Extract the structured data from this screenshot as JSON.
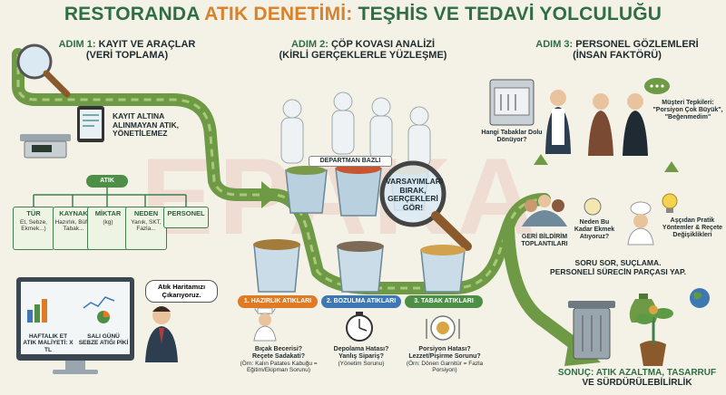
{
  "title": {
    "part1": "RESTORANDA",
    "part2": "ATIK DENETİMİ:",
    "part3": "TEŞHİS VE TEDAVİ YOLCULUĞU"
  },
  "watermark": "EPAKA",
  "step1": {
    "num": "ADIM 1:",
    "title_a": "KAYIT VE ARAÇLAR",
    "title_b": "(VERİ TOPLAMA)",
    "note": "KAYIT ALTINA ALINMAYAN ATIK, YÖNETİLEMEZ",
    "root": "ATIK",
    "categories": [
      {
        "head": "TÜR",
        "body": "Et, Sebze, Ekmek...)"
      },
      {
        "head": "KAYNAK",
        "body": "Hazırlık, Büfe, Tabak..."
      },
      {
        "head": "MİKTAR",
        "body": "(kg)"
      },
      {
        "head": "NEDEN",
        "body": "Yanık, SKT, Fazla..."
      },
      {
        "head": "PERSONEL",
        "body": ""
      }
    ],
    "speech": "Atık Haritamızı Çıkarıyoruz.",
    "dashboard": {
      "left": "HAFTALIK ET ATIK MALİYETİ: X TL",
      "right": "SALI GÜNÜ SEBZE ATIĞI PİKİ"
    }
  },
  "step2": {
    "num": "ADIM 2:",
    "title_a": "ÇÖP KOVASI ANALİZİ",
    "title_b": "(KİRLİ GERÇEKLERLE YÜZLEŞME)",
    "dept_label": "DEPARTMAN BAZLI",
    "magnifier": "VARSAYIMLARI BIRAK, GERÇEKLERİ GÖR!",
    "bins": [
      {
        "label": "1. HAZIRLIK ATIKLARI",
        "q1": "Bıçak Becerisi?",
        "q2": "Reçete Sadakati?",
        "note": "(Örn: Kalın Patates Kabuğu = Eğitim/Ekipman Sorunu)"
      },
      {
        "label": "2. BOZULMA ATIKLARI",
        "q1": "Depolama Hatası?",
        "q2": "Yanlış Sipariş?",
        "note": "(Yönetim Sorunu)"
      },
      {
        "label": "3. TABAK ATIKLARI",
        "q1": "Porsiyon Hatası?",
        "q2": "Lezzet/Pişirme Sorunu?",
        "note": "(Örn: Dönen Garnitür = Fazla Porsiyon)"
      }
    ]
  },
  "step3": {
    "num": "ADIM 3:",
    "title_a": "PERSONEL GÖZLEMLERİ",
    "title_b": "(İNSAN FAKTÖRÜ)",
    "q_plates": "Hangi Tabaklar Dolu Dönüyor?",
    "feedback_title": "Müşteri Tepkileri:",
    "feedback_quote": "\"Porsiyon Çok Büyük\", \"Beğenmedim\"",
    "meeting": "GERİ BİLDİRİM TOPLANTILARI",
    "bread_q": "Neden Bu Kadar Ekmek Atıyoruz?",
    "methods": "Aşçıdan Pratik Yöntemler & Reçete Değişiklikleri",
    "slogan_a": "SORU SOR, SUÇLAMA.",
    "slogan_b": "PERSONELİ SÜRECİN PARÇASI YAP."
  },
  "result": {
    "a": "SONUÇ: ATIK AZALTMA, TASARRUF",
    "b": "VE SÜRDÜRÜLEBİLİRLİK"
  },
  "colors": {
    "title_green": "#2f6e45",
    "accent_orange": "#d9822b",
    "path_green": "#6f9a45",
    "bin_blue": "#3d78b5",
    "bin_green": "#4e8f48"
  },
  "icons": [
    "magnifier-icon",
    "scale-icon",
    "tablet-icon",
    "computer-monitor-icon",
    "manager-icon",
    "chef-icon",
    "hazmat-worker-icon",
    "trash-bin-icon",
    "clock-icon",
    "plate-icon",
    "dishwasher-icon",
    "waiter-icon",
    "customer-icon",
    "meeting-group-icon",
    "lightbulb-icon",
    "money-bag-icon",
    "plant-icon",
    "globe-icon",
    "speech-bubble-icon"
  ]
}
